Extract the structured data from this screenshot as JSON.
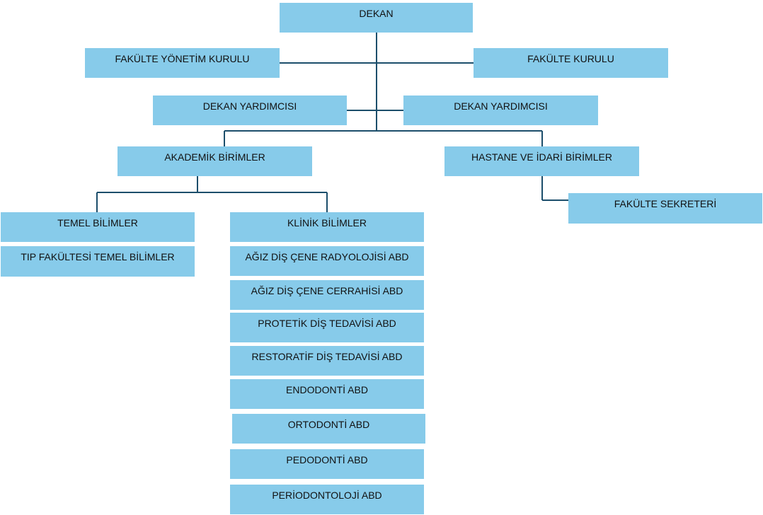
{
  "chart": {
    "dean": "DEKAN",
    "faculty_board_left": "FAKÜLTE YÖNETİM KURULU",
    "faculty_board_right": "FAKÜLTE KURULU",
    "vice_dean_1": "DEKAN YARDIMCISI",
    "vice_dean_2": "DEKAN YARDIMCISI",
    "academic_units": "AKADEMİK BİRİMLER",
    "hospital_admin_units": "HASTANE VE İDARİ BİRİMLER",
    "faculty_secretary": "FAKÜLTE SEKRETERİ",
    "basic_sciences": "TEMEL BİLİMLER",
    "medical_basic_sciences": "TIP FAKÜLTESİ TEMEL BİLİMLER",
    "clinical_sciences": "KLİNİK BİLİMLER",
    "clinical_departments": [
      "AĞIZ DİŞ ÇENE RADYOLOJİSİ ABD",
      "AĞIZ DİŞ ÇENE CERRAHİSİ ABD",
      "PROTETİK DİŞ TEDAVİSİ ABD",
      "RESTORATİF DİŞ TEDAVİSİ ABD",
      "ENDODONTİ ABD",
      "ORTODONTİ ABD",
      "PEDODONTİ ABD",
      "PERİODONTOLOJİ ABD"
    ]
  },
  "colors": {
    "box_fill": "#87cbea",
    "connector": "#1c4e6b",
    "text": "#111111"
  }
}
